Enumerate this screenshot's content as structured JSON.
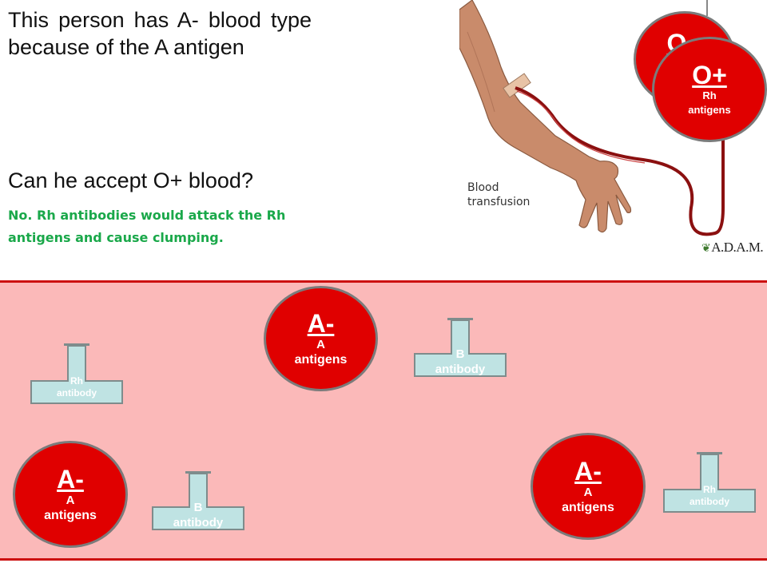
{
  "question": {
    "title": "This person has A- blood type because of the A antigen",
    "text": "Can he accept O+ blood?",
    "answer": "No. Rh antibodies would attack the Rh antigens and cause clumping."
  },
  "illustration": {
    "caption_line1": "Blood",
    "caption_line2": "transfusion",
    "brand": "A.D.A.M.",
    "cells": [
      {
        "type": "O",
        "antigen_line1": "",
        "antigen_line2": ""
      },
      {
        "type": "O+",
        "antigen_line1": "Rh",
        "antigen_line2": "antigens"
      }
    ]
  },
  "cells": [
    {
      "type": "A-",
      "antigen_line1": "A",
      "antigen_line2": "antigens"
    },
    {
      "type": "A-",
      "antigen_line1": "A",
      "antigen_line2": "antigens"
    },
    {
      "type": "A-",
      "antigen_line1": "A",
      "antigen_line2": "antigens"
    }
  ],
  "antibodies": [
    {
      "line1": "Rh",
      "line2": "antibody"
    },
    {
      "line1": "B",
      "line2": "antibody"
    },
    {
      "line1": "B",
      "line2": "antibody"
    },
    {
      "line1": "Rh",
      "line2": "antibody"
    }
  ],
  "colors": {
    "cell_red": "#e00000",
    "cell_border": "#7b7b7b",
    "answer_green": "#1aa84a",
    "plasma_pink": "#fbb9b9",
    "panel_border_red": "#cc1111",
    "antibody_fill": "#bfe3e3"
  }
}
